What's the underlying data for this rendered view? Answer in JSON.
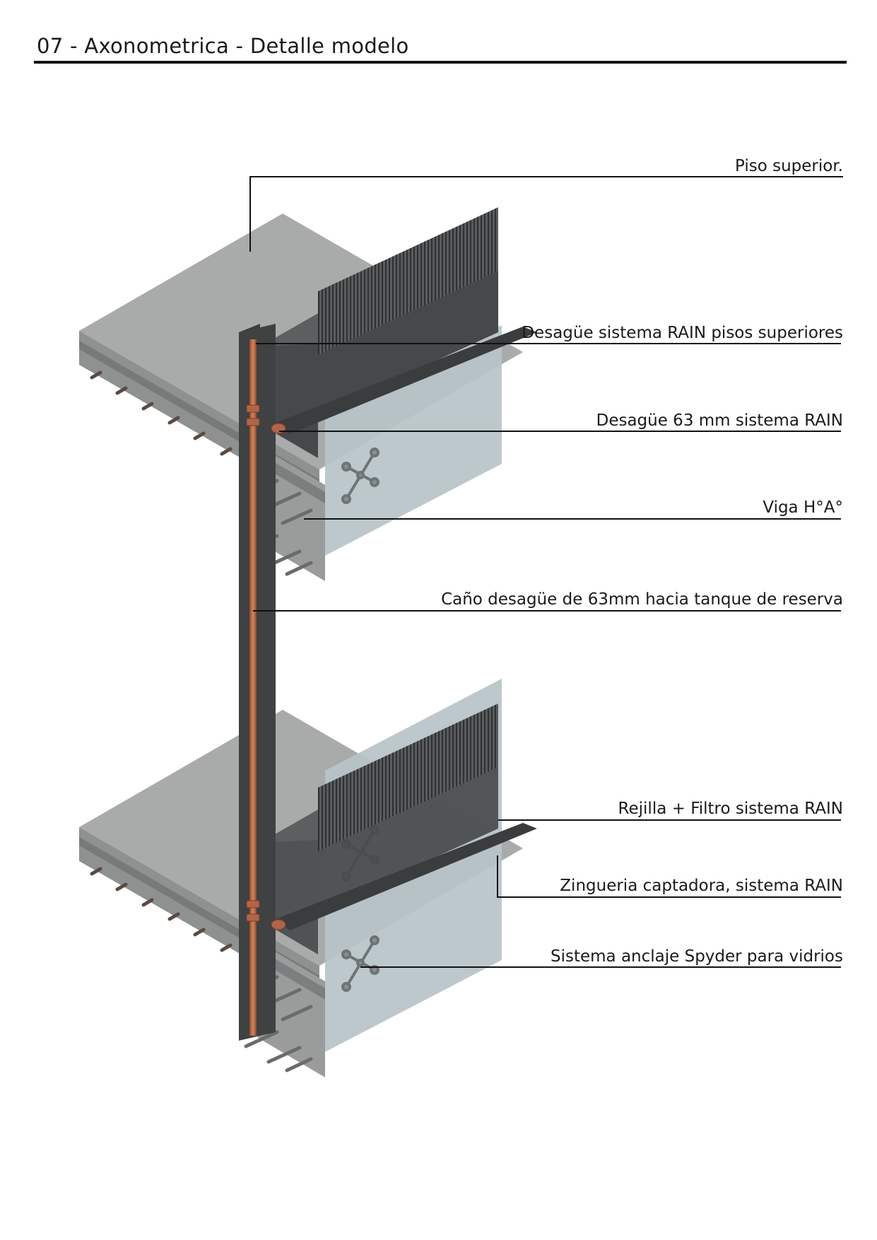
{
  "sheet": {
    "title": "07 - Axonometrica - Detalle modelo"
  },
  "labels": {
    "piso_superior": "Piso superior.",
    "desague_rain_pisos": "Desagüe sistema RAIN pisos superiores",
    "desague_63": "Desagüe 63 mm sistema RAIN",
    "viga": "Viga H°A°",
    "cano_desague": "Caño desagüe de 63mm hacia tanque de reserva",
    "rejilla_filtro": "Rejilla + Filtro sistema RAIN",
    "zingueria": "Zingueria captadora, sistema RAIN",
    "spyder": "Sistema anclaje Spyder para vidrios"
  },
  "colors": {
    "slab_top": "#a9abab",
    "slab_side": "#8f9191",
    "beam_face": "#9a9c9c",
    "steel_dark": "#4a4c4e",
    "steel_darker": "#2f3133",
    "glass": "#b7c3c8",
    "copper": "#c0734f",
    "leader": "#111111"
  }
}
